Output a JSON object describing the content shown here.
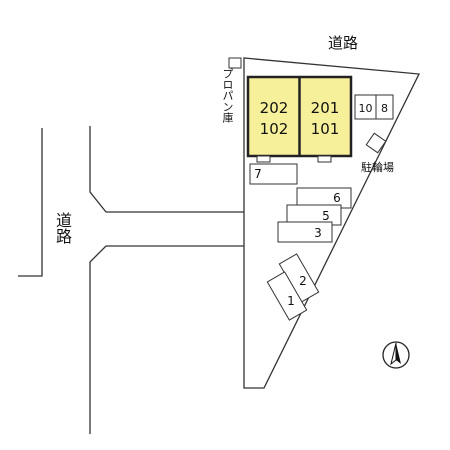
{
  "roads": {
    "north_label": "道路",
    "west_label": "道路"
  },
  "building": {
    "units_left": [
      "202",
      "102"
    ],
    "units_right": [
      "201",
      "101"
    ],
    "fill_color": "#f7f09a"
  },
  "propane": {
    "label": "プロパン庫"
  },
  "bicycle_parking": {
    "label": "駐輪場"
  },
  "parking_spaces": [
    "1",
    "2",
    "3",
    "5",
    "6",
    "7",
    "8",
    "10"
  ],
  "compass": {
    "icon": "north-arrow-icon"
  }
}
